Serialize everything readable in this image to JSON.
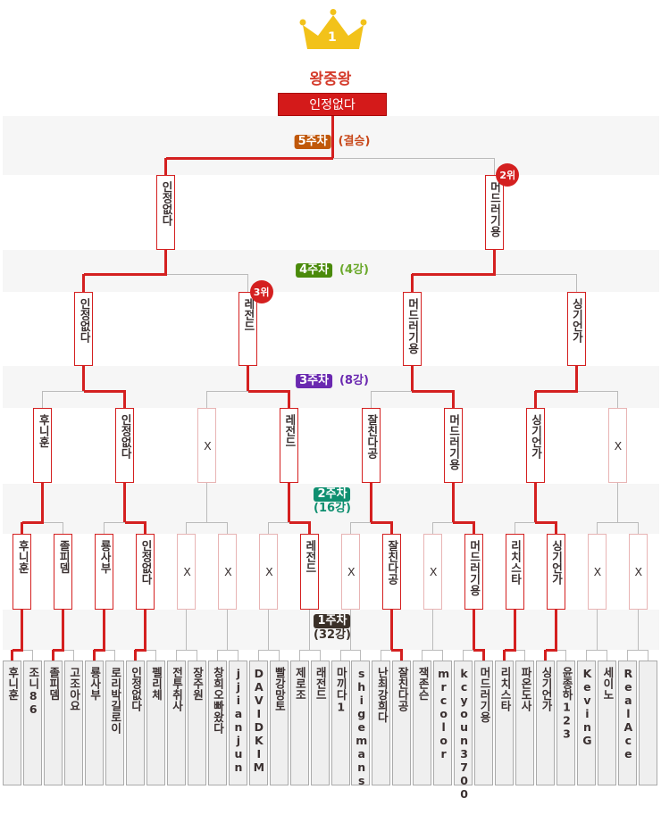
{
  "champion": {
    "title": "왕중왕",
    "name": "인정없다",
    "rank": "1"
  },
  "rounds": [
    {
      "week": "1주차",
      "stage": "(32강)",
      "color": "#3a3028",
      "text_color": "#3a3028"
    },
    {
      "week": "2주차",
      "stage": "(16강)",
      "color": "#0f8f70",
      "text_color": "#0f8f70"
    },
    {
      "week": "3주차",
      "stage": "(8강)",
      "color": "#6a28b0",
      "text_color": "#6a28b0"
    },
    {
      "week": "4주차",
      "stage": "(4강)",
      "color": "#4a8a0a",
      "text_color": "#6aa82a"
    },
    {
      "week": "5주차",
      "stage": "(결승)",
      "color": "#c0580a",
      "text_color": "#c8481a"
    }
  ],
  "bracket": {
    "r32": [
      "후니훈",
      "조니86",
      "졸피뎀",
      "고조아요",
      "룡사부",
      "로리박길로이",
      "인정없다",
      "펠리체",
      "전투취사",
      "장주원",
      "창희오빠왔다",
      "jjianjun",
      "DAVIDKIM",
      "빨강망토",
      "제로조",
      "래전드",
      "마끼다1",
      "shigemans",
      "난최강희다",
      "잘친다공",
      "잭존슨",
      "mrcolor",
      "kcyoun3700",
      "머드러기용",
      "리치스타",
      "파온도사",
      "싱기언가",
      "윤종하123",
      "KevinG",
      "세이노",
      "RealAce",
      ""
    ],
    "r16": [
      "후니훈",
      "졸피뎀",
      "룡사부",
      "인정없다",
      "X",
      "X",
      "X",
      "레전드",
      "X",
      "잘친다공",
      "X",
      "머드러기용",
      "리치스타",
      "싱기언가",
      "X",
      "X"
    ],
    "r8": [
      "후니훈",
      "인정없다",
      "X",
      "레전드",
      "잘친다공",
      "머드러기용",
      "싱기언가",
      "X"
    ],
    "r4": [
      "인정없다",
      "레전드",
      "머드러기용",
      "싱기언가"
    ],
    "r2": [
      "인정없다",
      "머드러기용"
    ],
    "winner_path_r32": [
      0,
      2,
      4,
      6,
      15,
      19,
      23,
      24,
      26
    ]
  },
  "badges": {
    "third": "3위",
    "second": "2위"
  }
}
